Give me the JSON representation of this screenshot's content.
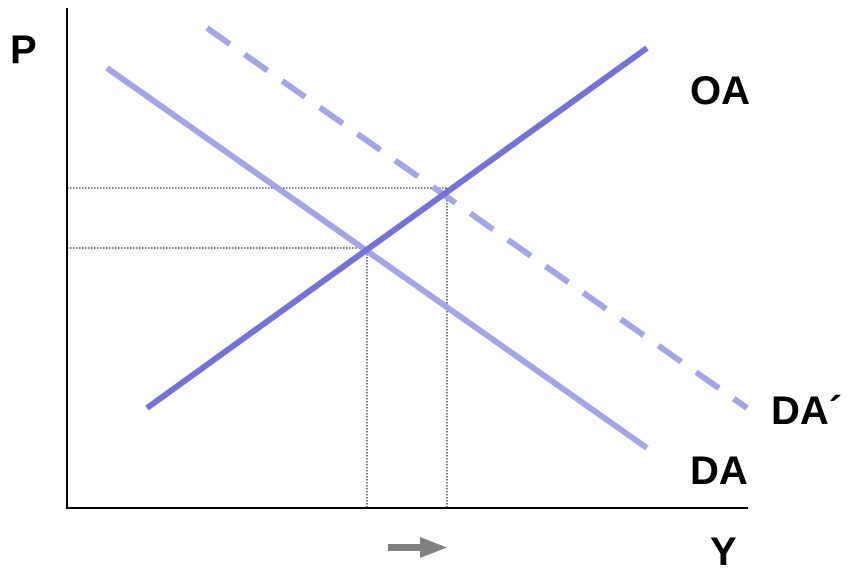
{
  "diagram": {
    "axis_y_label": "P",
    "axis_x_label": "Y",
    "curves": {
      "supply": {
        "label": "OA",
        "color": "#7472d8",
        "style": "solid"
      },
      "demand": {
        "label": "DA",
        "color": "#a3a5e8",
        "style": "solid"
      },
      "demand_shifted": {
        "label": "DA´",
        "color": "#a3a5e8",
        "style": "dashed"
      }
    },
    "guide_color": "#000000",
    "shift_arrow": {
      "color": "#808080",
      "direction": "right"
    }
  }
}
